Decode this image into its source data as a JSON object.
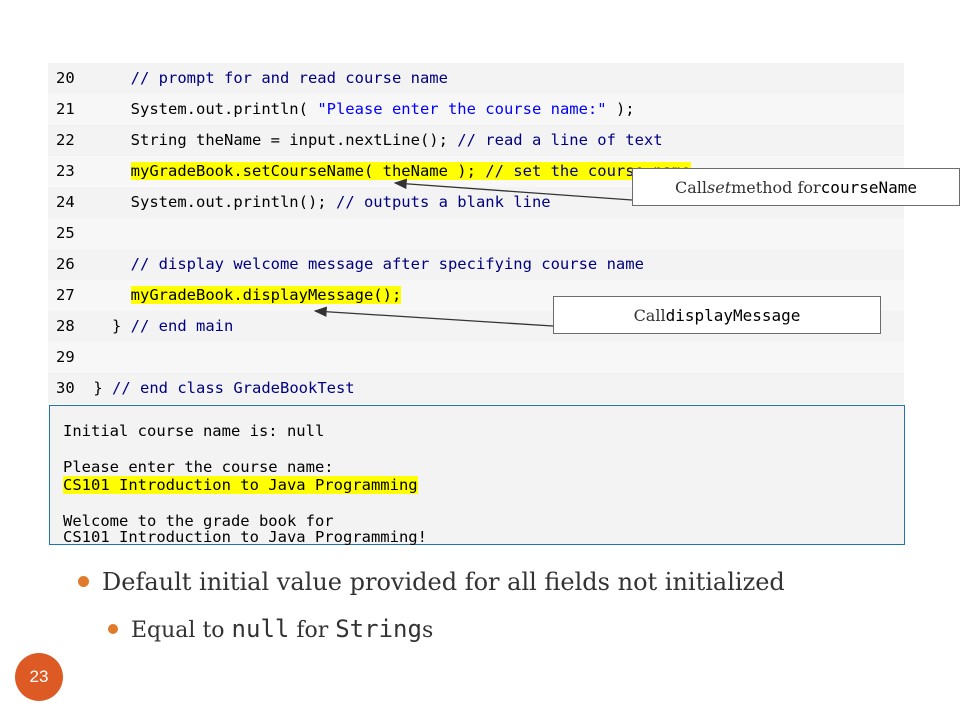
{
  "code": {
    "lines": [
      {
        "num": "20",
        "indent": "     ",
        "tokens": [
          {
            "t": "// prompt for and read course name",
            "k": "comment"
          }
        ]
      },
      {
        "num": "21",
        "indent": "     ",
        "tokens": [
          {
            "t": "System.out.println( ",
            "k": "code"
          },
          {
            "t": "\"Please enter the course name:\"",
            "k": "string"
          },
          {
            "t": " );",
            "k": "code"
          }
        ]
      },
      {
        "num": "22",
        "indent": "     ",
        "tokens": [
          {
            "t": "String theName = input.nextLine(); ",
            "k": "code"
          },
          {
            "t": "// read a line of text",
            "k": "comment"
          }
        ]
      },
      {
        "num": "23",
        "indent": "     ",
        "tokens": [
          {
            "t": "myGradeBook.setCourseName( theName ); ",
            "k": "code",
            "hl": true
          },
          {
            "t": "// set the course name",
            "k": "comment",
            "hl": true
          }
        ]
      },
      {
        "num": "24",
        "indent": "     ",
        "tokens": [
          {
            "t": "System.out.println(); ",
            "k": "code"
          },
          {
            "t": "// outputs a blank line",
            "k": "comment"
          }
        ]
      },
      {
        "num": "25",
        "indent": "",
        "tokens": []
      },
      {
        "num": "26",
        "indent": "     ",
        "tokens": [
          {
            "t": "// display welcome message after specifying course name",
            "k": "comment"
          }
        ]
      },
      {
        "num": "27",
        "indent": "     ",
        "tokens": [
          {
            "t": "myGradeBook.displayMessage();",
            "k": "code",
            "hl": true
          }
        ]
      },
      {
        "num": "28",
        "indent": "   ",
        "tokens": [
          {
            "t": "} ",
            "k": "code"
          },
          {
            "t": "// end main",
            "k": "comment"
          }
        ]
      },
      {
        "num": "29",
        "indent": "",
        "tokens": []
      },
      {
        "num": "30",
        "indent": " ",
        "tokens": [
          {
            "t": "} ",
            "k": "code"
          },
          {
            "t": "// end class GradeBookTest",
            "k": "comment"
          }
        ]
      }
    ]
  },
  "output": {
    "line1": "Initial course name is: null",
    "line2": "Please enter the course name:",
    "line3": "CS101 Introduction to Java Programming",
    "line4": "Welcome to the grade book for",
    "line5": "CS101 Introduction to Java Programming!"
  },
  "callouts": {
    "set_method": {
      "prefix": "Call ",
      "em": "set",
      "middle": " method for ",
      "mono": "courseName"
    },
    "display": {
      "prefix": "Call ",
      "mono": "displayMessage"
    }
  },
  "bullets": {
    "b1": {
      "text": "Default initial value provided for all fields not initialized"
    },
    "b2": {
      "pre": "Equal to ",
      "mono1": "null",
      "mid": " for ",
      "mono2": "String",
      "suffix": "s"
    }
  },
  "slide_number": "23",
  "colors": {
    "highlight": "#ffff00",
    "comment": "#000080",
    "string": "#0000ff",
    "accent": "#dd5a25",
    "output_border": "#1f76a7"
  }
}
